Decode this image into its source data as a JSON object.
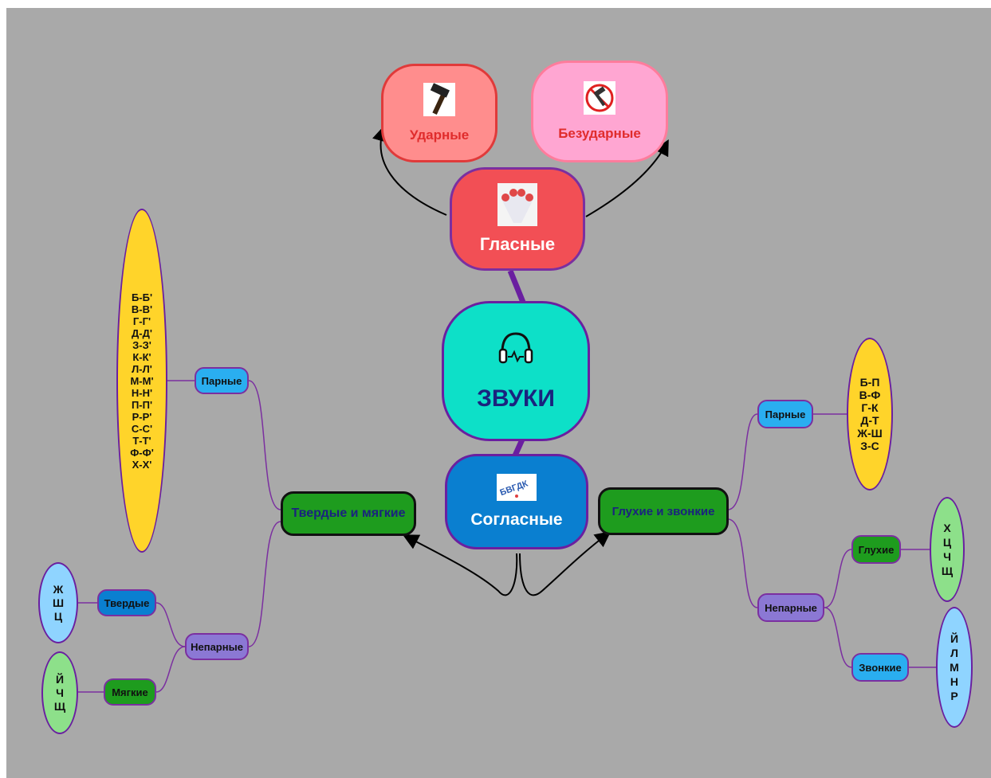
{
  "center": {
    "label": "ЗВУКИ"
  },
  "vowels": {
    "label": "Гласные",
    "stressed": {
      "label": "Ударные"
    },
    "unstressed": {
      "label": "Безударные"
    }
  },
  "consonants": {
    "label": "Согласные",
    "hard_soft": {
      "label": "Твердые и мягкие",
      "paired": {
        "label": "Парные",
        "letters": "Б-Б'\nВ-В'\nГ-Г'\nД-Д'\nЗ-З'\nК-К'\nЛ-Л'\nМ-М'\nН-Н'\nП-П'\nР-Р'\nС-С'\nТ-Т'\nФ-Ф'\nХ-Х'"
      },
      "unpaired": {
        "label": "Непарные",
        "hard": {
          "label": "Твердые",
          "letters": "Ж\nШ\nЦ"
        },
        "soft": {
          "label": "Мягкие",
          "letters": "Й\nЧ\nЩ"
        }
      }
    },
    "voiced_voiceless": {
      "label": "Глухие и звонкие",
      "paired": {
        "label": "Парные",
        "letters": "Б-П\nВ-Ф\nГ-К\nД-Т\nЖ-Ш\nЗ-С"
      },
      "unpaired": {
        "label": "Непарные",
        "voiceless": {
          "label": "Глухие",
          "letters": "Х\nЦ\nЧ\nЩ"
        },
        "voiced": {
          "label": "Звонкие",
          "letters": "Й\nЛ\nМ\nН\nР"
        }
      }
    }
  },
  "colors": {
    "background": "#a9a9a9",
    "center": "#0de0c8",
    "vowels": "#f24f55",
    "stressed": "#ff8d8d",
    "unstressed": "#ffa6d2",
    "consonants": "#0a7fd0",
    "green_node": "#1e9c1e",
    "blue_pill": "#2aaef0",
    "purple_pill": "#8b78d4",
    "yellow_oval": "#ffd42a",
    "light_green_oval": "#8de08a",
    "light_blue_oval": "#8fd4ff"
  },
  "icons": [
    "headphones-icon",
    "hammer-icon",
    "no-hammer-icon",
    "letters-fan-icon"
  ]
}
